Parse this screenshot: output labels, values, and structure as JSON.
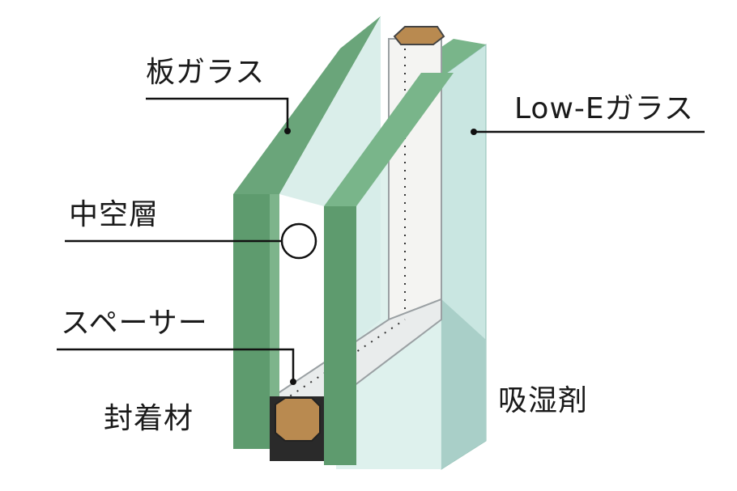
{
  "labels": {
    "sheet_glass": "板ガラス",
    "low_e_glass": "Low-Eガラス",
    "air_layer": "中空層",
    "spacer": "スペーサー",
    "sealant": "封着材",
    "desiccant": "吸湿剤"
  },
  "colors": {
    "glass_edge": "#6aa57a",
    "glass_face": "#cfe9e4",
    "spacer_metal": "#9aa0a3",
    "sealant": "#2a2a2a",
    "desiccant": "#b98a50",
    "leader_line": "#111111"
  }
}
